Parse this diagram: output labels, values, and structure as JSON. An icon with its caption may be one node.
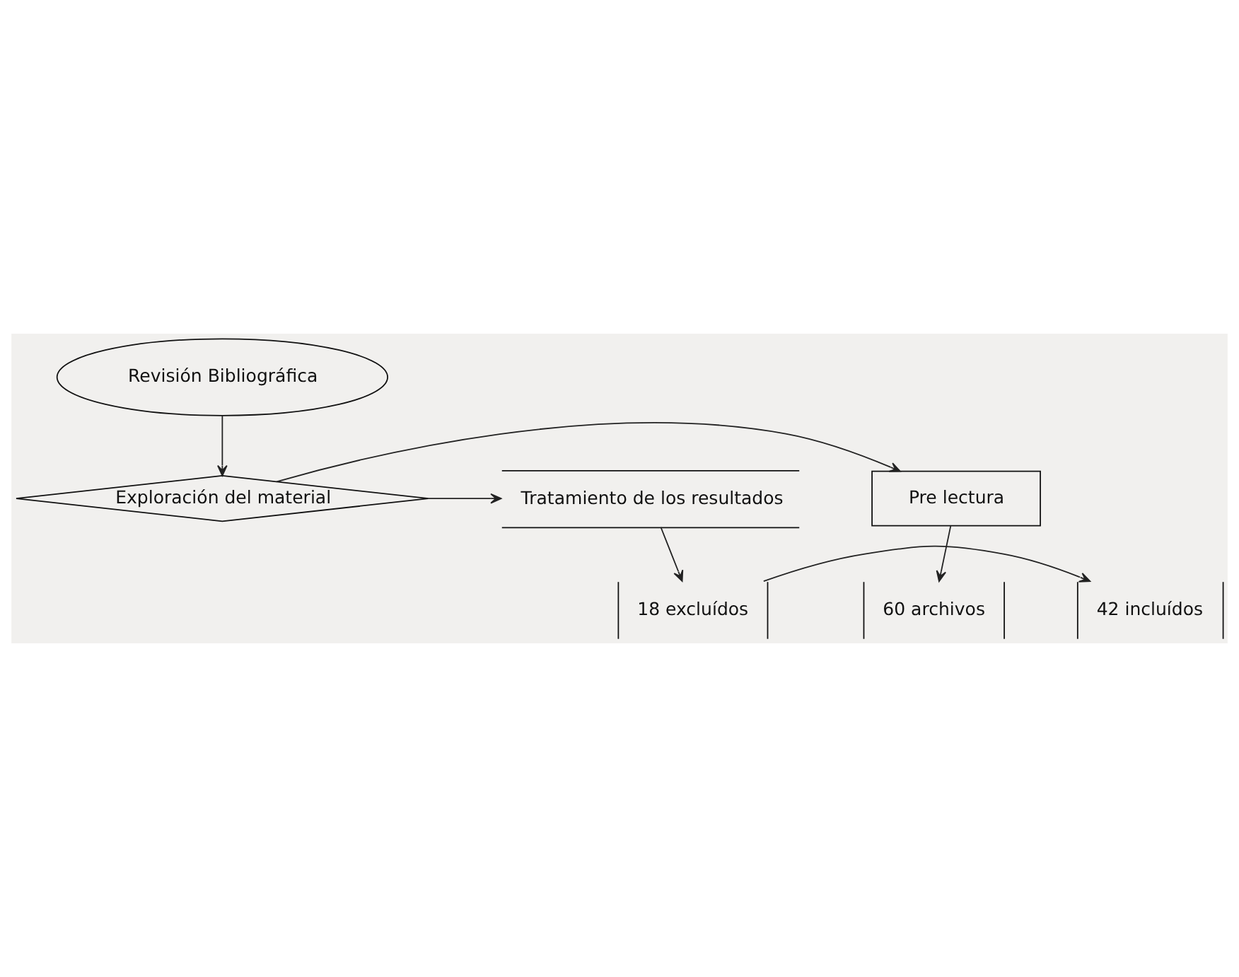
{
  "diagram": {
    "nodes": [
      {
        "text": [
          "Revisión Bibliográfica"
        ]
      },
      {
        "text": [
          "Exploración del material"
        ]
      },
      {
        "text": [
          "Pre lectura"
        ]
      },
      {
        "text": [
          "Tratamiento de los resultados"
        ]
      },
      {
        "text": [
          "60 archivos"
        ]
      },
      {
        "text": [
          "42 incluídos"
        ]
      },
      {
        "text": [
          "18 excluídos"
        ]
      }
    ],
    "edges": [
      {
        "from": 0,
        "to": 1,
        "arrow": "to"
      },
      {
        "from": 1,
        "to": 2,
        "arrow": "to"
      },
      {
        "from": 1,
        "to": 3,
        "arrow": "to"
      },
      {
        "from": 2,
        "to": 4,
        "arrow": "to"
      },
      {
        "from": 3,
        "to": 6,
        "arrow": "to"
      },
      {
        "from": 6,
        "to": 5,
        "arrow": "to"
      }
    ]
  }
}
